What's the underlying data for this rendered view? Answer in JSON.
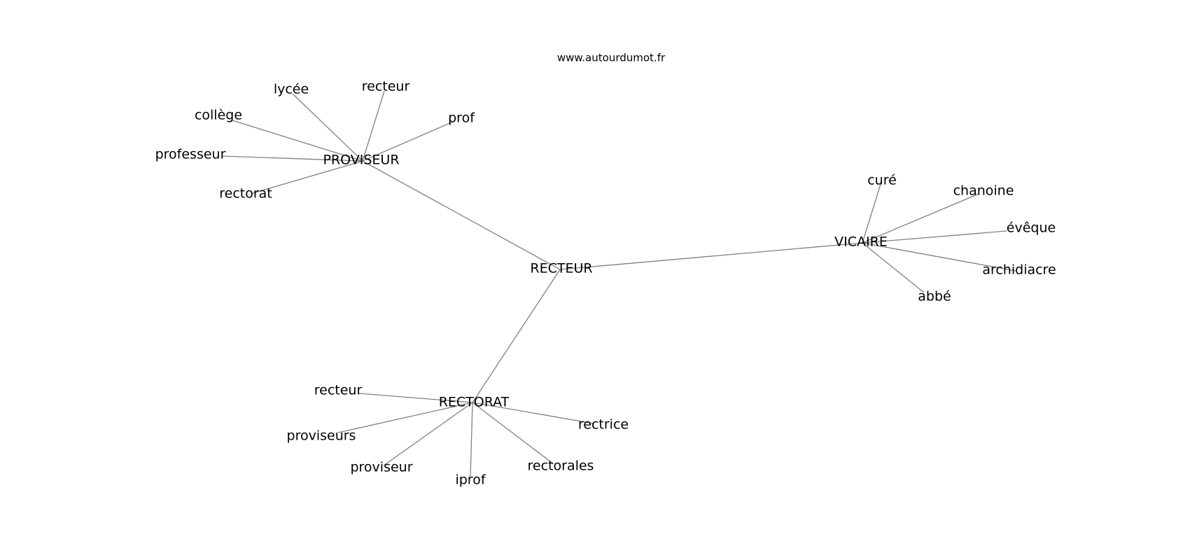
{
  "source": "www.autourdumot.fr",
  "center": "RECTEUR",
  "clusters": [
    {
      "word": "PROVISEUR",
      "neighbors": [
        "lycée",
        "recteur",
        "prof",
        "collège",
        "professeur",
        "rectorat"
      ]
    },
    {
      "word": "VICAIRE",
      "neighbors": [
        "curé",
        "chanoine",
        "évêque",
        "archidiacre",
        "abbé"
      ]
    },
    {
      "word": "RECTORAT",
      "neighbors": [
        "recteur",
        "rectrice",
        "proviseurs",
        "rectorales",
        "proviseur",
        "iprof"
      ]
    }
  ]
}
